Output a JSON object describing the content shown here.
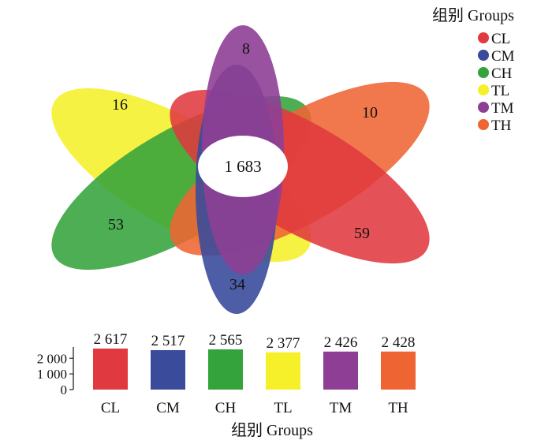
{
  "diagram": {
    "center_value": "1 683",
    "petals": [
      {
        "group": "CL",
        "unique_count": "59",
        "color": "#e0393f"
      },
      {
        "group": "CM",
        "unique_count": "34",
        "color": "#3a4b9c"
      },
      {
        "group": "CH",
        "unique_count": "53",
        "color": "#34a33c"
      },
      {
        "group": "TL",
        "unique_count": "16",
        "color": "#f5f02a"
      },
      {
        "group": "TM",
        "unique_count": "8",
        "color": "#8e3f95"
      },
      {
        "group": "TH",
        "unique_count": "10",
        "color": "#ee6533"
      }
    ]
  },
  "legend": {
    "title": "组别 Groups",
    "items": [
      {
        "label": "CL",
        "color": "#e0393f"
      },
      {
        "label": "CM",
        "color": "#3a4b9c"
      },
      {
        "label": "CH",
        "color": "#34a33c"
      },
      {
        "label": "TL",
        "color": "#f5f02a"
      },
      {
        "label": "TM",
        "color": "#8e3f95"
      },
      {
        "label": "TH",
        "color": "#ee6533"
      }
    ]
  },
  "chart_data": {
    "type": "bar",
    "categories": [
      "CL",
      "CM",
      "CH",
      "TL",
      "TM",
      "TH"
    ],
    "values": [
      2617,
      2517,
      2565,
      2377,
      2426,
      2428
    ],
    "value_labels": [
      "2 617",
      "2 517",
      "2 565",
      "2 377",
      "2 426",
      "2 428"
    ],
    "colors": [
      "#e0393f",
      "#3a4b9c",
      "#34a33c",
      "#f5f02a",
      "#8e3f95",
      "#ee6533"
    ],
    "yticks": [
      0,
      1000,
      2000
    ],
    "ytick_labels": [
      "0",
      "1 000",
      "2 000"
    ],
    "ylim": [
      0,
      2617
    ],
    "xlabel": "组别 Groups",
    "ylabel": "",
    "grid": false
  }
}
